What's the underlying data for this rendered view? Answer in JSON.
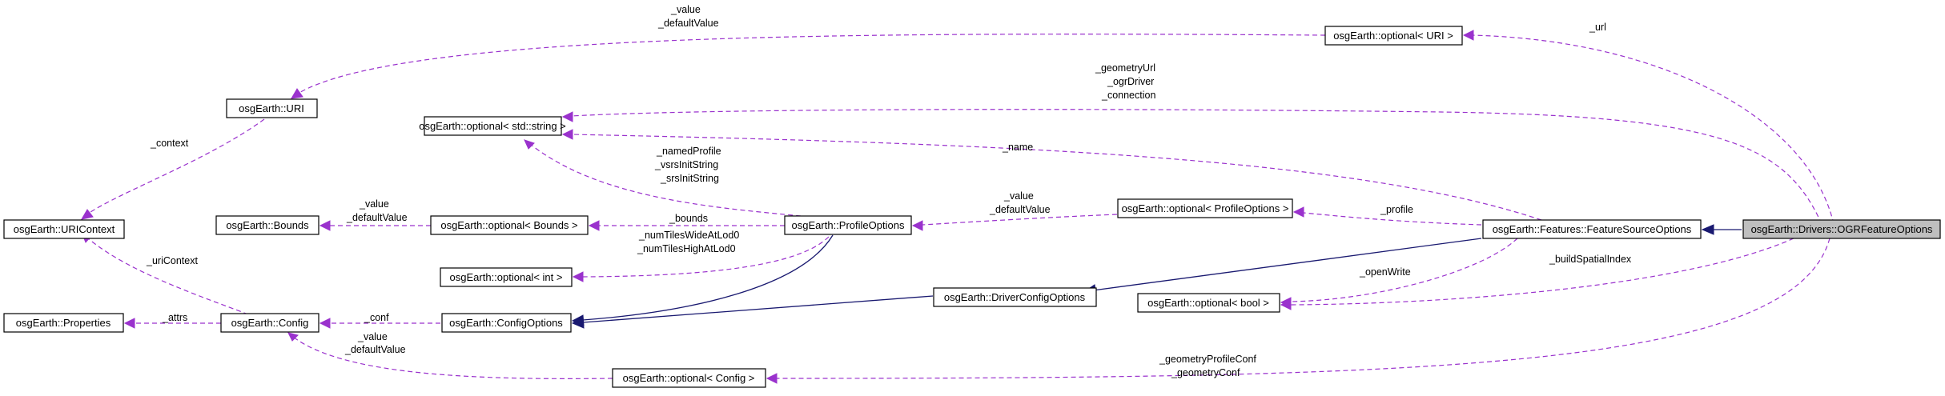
{
  "nodes": {
    "ogr_feature_options": "osgEarth::Drivers::OGRFeatureOptions",
    "feature_source_options": "osgEarth::Features::FeatureSourceOptions",
    "optional_uri": "osgEarth::optional< URI >",
    "uri": "osgEarth::URI",
    "uri_context": "osgEarth::URIContext",
    "optional_string": "osgEarth::optional< std::string >",
    "bounds": "osgEarth::Bounds",
    "optional_bounds": "osgEarth::optional< Bounds >",
    "profile_options": "osgEarth::ProfileOptions",
    "optional_profile_options": "osgEarth::optional< ProfileOptions >",
    "optional_int": "osgEarth::optional< int >",
    "properties": "osgEarth::Properties",
    "config": "osgEarth::Config",
    "config_options": "osgEarth::ConfigOptions",
    "driver_config_options": "osgEarth::DriverConfigOptions",
    "optional_bool": "osgEarth::optional< bool >",
    "optional_config": "osgEarth::optional< Config >"
  },
  "edge_labels": {
    "url": "_url",
    "value": "_value",
    "default_value": "_defaultValue",
    "context": "_context",
    "geometry_url": "_geometryUrl",
    "ogr_driver": "_ogrDriver",
    "connection": "_connection",
    "name": "_name",
    "named_profile": "_namedProfile",
    "vsrs_init_string": "_vsrsInitString",
    "srs_init_string": "_srsInitString",
    "bounds": "_bounds",
    "num_tiles_wide": "_numTilesWideAtLod0",
    "num_tiles_high": "_numTilesHighAtLod0",
    "profile": "_profile",
    "open_write": "_openWrite",
    "build_spatial_index": "_buildSpatialIndex",
    "uri_context": "_uriContext",
    "attrs": "_attrs",
    "conf": "_conf",
    "geometry_profile_conf": "_geometryProfileConf",
    "geometry_conf": "_geometryConf"
  }
}
